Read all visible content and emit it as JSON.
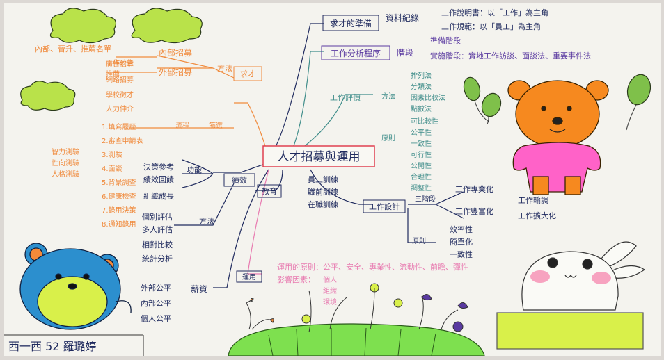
{
  "center": {
    "title": "人才招募與運用"
  },
  "recruit": {
    "topic": "求才",
    "method_label": "方法",
    "branches": [
      "內部招募",
      "外部招募"
    ],
    "internal_items": [
      "工作公告",
      "推薦"
    ],
    "top_line": "內部、晉升、推薦名單",
    "external_items": [
      "廣告招募",
      "網路招募",
      "學校徵才",
      "人力仲介"
    ],
    "process_label": "流程",
    "process_label2": "篩選",
    "process_steps": [
      "1.填寫履歷",
      "2.審查申請表",
      "3.測驗",
      "4.面談",
      "5.背景調查",
      "6.健康檢查",
      "7.錄用決策",
      "8.通知錄用"
    ],
    "left_notes": [
      "智力測驗",
      "性向測驗",
      "人格測驗"
    ]
  },
  "evaluation": {
    "topic": "績效",
    "function_label": "功能",
    "functions": [
      "決策參考",
      "績效回饋",
      "組織成長"
    ],
    "method_label": "方法",
    "methods": [
      "個別評估",
      "多人評估",
      "相對比較",
      "統計分析"
    ]
  },
  "pay": {
    "topic": "薪資",
    "items": [
      "外部公平",
      "內部公平",
      "個人公平"
    ]
  },
  "prep": {
    "topic": "求才的準備",
    "data_label": "資料紀錄",
    "docs": [
      "工作說明書：以「工作」為主角",
      "工作規範：以「員工」為主角"
    ]
  },
  "analysis": {
    "topic": "工作分析程序",
    "stage_label": "階段",
    "stages": [
      "準備階段",
      "實施階段：實地工作訪談、面談法、重要事件法"
    ]
  },
  "job_eval": {
    "topic": "工作評價",
    "method_label": "方法",
    "items": [
      "排列法",
      "分類法",
      "因素比較法",
      "點數法"
    ],
    "principle_label": "原則",
    "principles": [
      "可比較性",
      "公平性",
      "一致性",
      "可行性",
      "公開性",
      "合理性",
      "調整性"
    ]
  },
  "training": {
    "topic": "教育",
    "items": [
      "員工訓練",
      "職前訓練",
      "在職訓練"
    ]
  },
  "design": {
    "topic": "工作設計",
    "three_stage": "三階段",
    "stages": [
      "工作專業化",
      "工作豐富化"
    ],
    "sub_items": [
      "工作輪調",
      "工作擴大化"
    ],
    "principle_label": "原則",
    "principles": [
      "效率性",
      "簡單化",
      "一致性"
    ]
  },
  "usage": {
    "topic": "運用",
    "principles": "運用的原則：公平、安全、專業性、流動性、前瞻、彈性",
    "factor_label": "影響因素：",
    "factors": [
      "個人",
      "組織",
      "環境"
    ]
  },
  "footer": {
    "caption": "西一西 52 羅璐婷"
  },
  "colors": {
    "paper": "#f4f3ee",
    "orange": "#f08a3c",
    "navy": "#1f2a5e",
    "purple": "#5a3aa0",
    "teal": "#3f8d8a",
    "pink": "#e87ab0",
    "cloud": "#b9e24a",
    "balloon": "#7fc04a",
    "bear": "#f6891f",
    "bear_shirt": "#ff62c8",
    "mouse": "#2c8fce",
    "hill": "#7ee04f"
  }
}
